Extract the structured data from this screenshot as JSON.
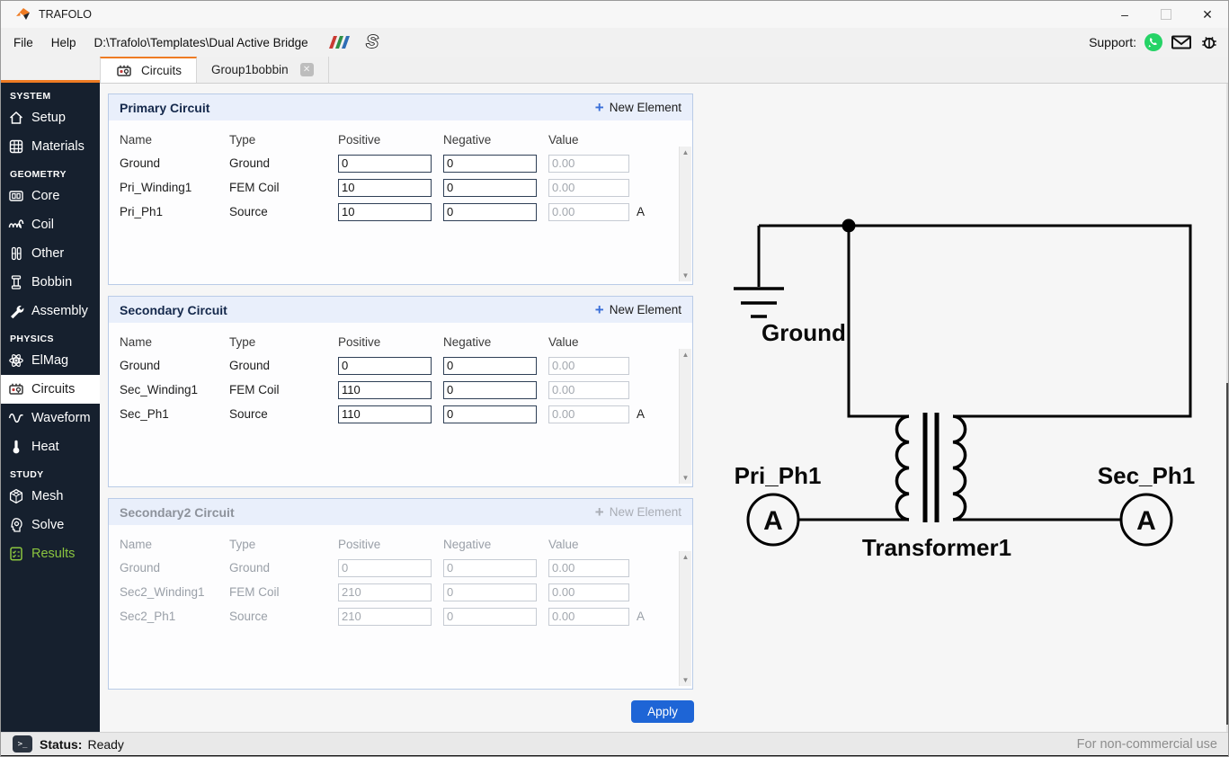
{
  "window": {
    "title": "TRAFOLO"
  },
  "menubar": {
    "file": "File",
    "help": "Help",
    "path": "D:\\Trafolo\\Templates\\Dual Active Bridge",
    "support": "Support:"
  },
  "tabs": {
    "circuits": "Circuits",
    "group": "Group1bobbin"
  },
  "sidebar": {
    "sections": [
      {
        "title": "SYSTEM",
        "items": [
          {
            "label": "Setup"
          },
          {
            "label": "Materials"
          }
        ]
      },
      {
        "title": "GEOMETRY",
        "items": [
          {
            "label": "Core"
          },
          {
            "label": "Coil"
          },
          {
            "label": "Other"
          },
          {
            "label": "Bobbin"
          },
          {
            "label": "Assembly"
          }
        ]
      },
      {
        "title": "PHYSICS",
        "items": [
          {
            "label": "ElMag"
          },
          {
            "label": "Circuits"
          },
          {
            "label": "Waveform"
          },
          {
            "label": "Heat"
          }
        ]
      },
      {
        "title": "STUDY",
        "items": [
          {
            "label": "Mesh"
          },
          {
            "label": "Solve"
          },
          {
            "label": "Results"
          }
        ]
      }
    ]
  },
  "panels": [
    {
      "title": "Primary Circuit",
      "new_element_label": "New Element",
      "columns": [
        "Name",
        "Type",
        "Positive",
        "Negative",
        "Value"
      ],
      "rows": [
        {
          "name": "Ground",
          "type": "Ground",
          "positive": "0",
          "negative": "0",
          "value": "0.00",
          "unit": ""
        },
        {
          "name": "Pri_Winding1",
          "type": "FEM Coil",
          "positive": "10",
          "negative": "0",
          "value": "0.00",
          "unit": ""
        },
        {
          "name": "Pri_Ph1",
          "type": "Source",
          "positive": "10",
          "negative": "0",
          "value": "0.00",
          "unit": "A"
        }
      ]
    },
    {
      "title": "Secondary Circuit",
      "new_element_label": "New Element",
      "columns": [
        "Name",
        "Type",
        "Positive",
        "Negative",
        "Value"
      ],
      "rows": [
        {
          "name": "Ground",
          "type": "Ground",
          "positive": "0",
          "negative": "0",
          "value": "0.00",
          "unit": ""
        },
        {
          "name": "Sec_Winding1",
          "type": "FEM Coil",
          "positive": "110",
          "negative": "0",
          "value": "0.00",
          "unit": ""
        },
        {
          "name": "Sec_Ph1",
          "type": "Source",
          "positive": "110",
          "negative": "0",
          "value": "0.00",
          "unit": "A"
        }
      ]
    },
    {
      "title": "Secondary2 Circuit",
      "new_element_label": "New Element",
      "columns": [
        "Name",
        "Type",
        "Positive",
        "Negative",
        "Value"
      ],
      "rows": [
        {
          "name": "Ground",
          "type": "Ground",
          "positive": "0",
          "negative": "0",
          "value": "0.00",
          "unit": ""
        },
        {
          "name": "Sec2_Winding1",
          "type": "FEM Coil",
          "positive": "210",
          "negative": "0",
          "value": "0.00",
          "unit": ""
        },
        {
          "name": "Sec2_Ph1",
          "type": "Source",
          "positive": "210",
          "negative": "0",
          "value": "0.00",
          "unit": "A"
        }
      ]
    }
  ],
  "apply_label": "Apply",
  "statusbar": {
    "label": "Status:",
    "value": "Ready",
    "right_note": "For non-commercial use"
  },
  "diagram": {
    "ground_label": "Ground",
    "pri_label": "Pri_Ph1",
    "sec_label": "Sec_Ph1",
    "transformer_label": "Transformer1",
    "ammeter_label": "A"
  },
  "colors": {
    "accent_orange": "#ee7b23",
    "sidebar_bg": "#16202e",
    "apply_blue": "#1e65d6",
    "results_green": "#8ac43f",
    "whatsapp_green": "#25d366",
    "panel_header_bg": "#e9effb",
    "link_blue": "#3a6fd8"
  }
}
